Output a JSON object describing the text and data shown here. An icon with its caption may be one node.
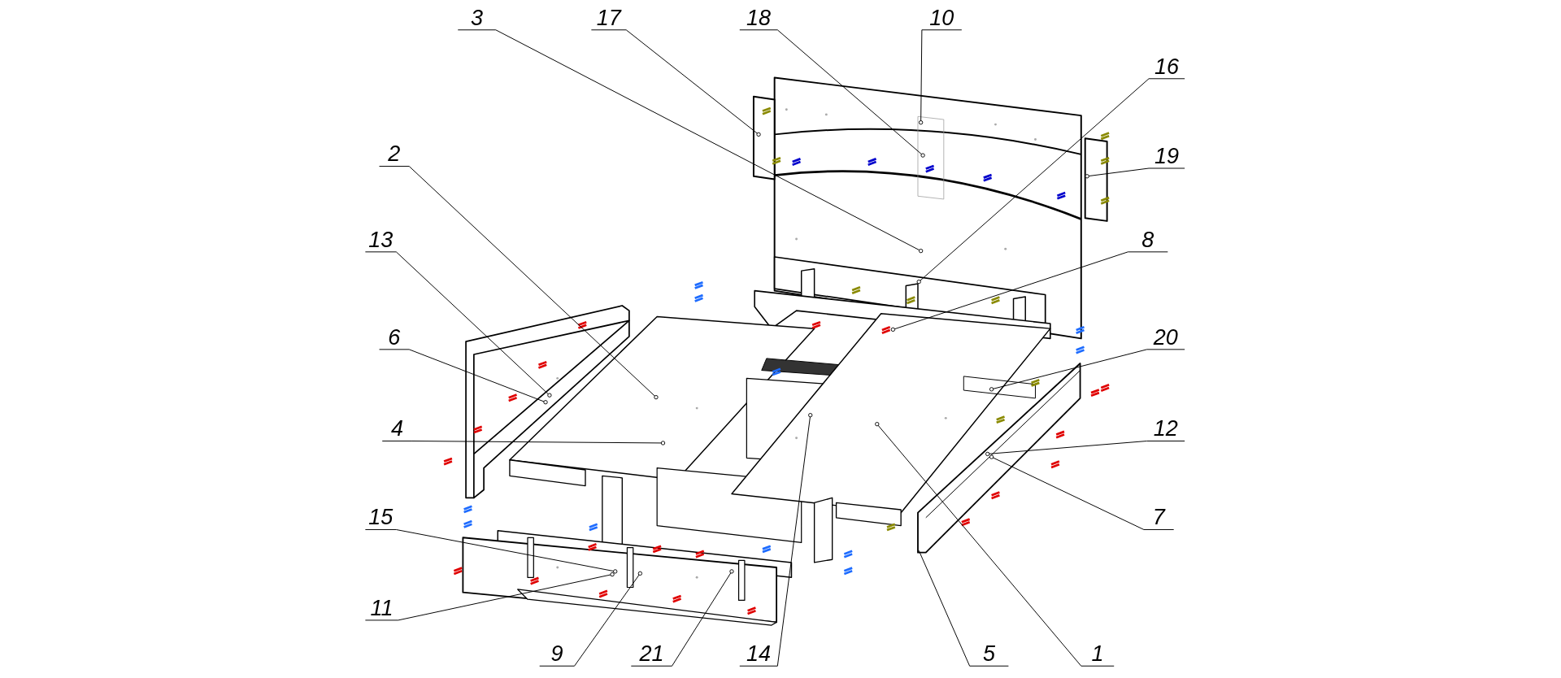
{
  "diagram": {
    "nodes": [
      {
        "text": [
          "3"
        ]
      },
      {
        "text": [
          "17"
        ]
      },
      {
        "text": [
          "18"
        ]
      },
      {
        "text": [
          "10"
        ]
      },
      {
        "text": [
          "16"
        ]
      },
      {
        "text": [
          "19"
        ]
      },
      {
        "text": [
          "2"
        ]
      },
      {
        "text": [
          "13"
        ]
      },
      {
        "text": [
          "8"
        ]
      },
      {
        "text": [
          "6"
        ]
      },
      {
        "text": [
          "20"
        ]
      },
      {
        "text": [
          "4"
        ]
      },
      {
        "text": [
          "12"
        ]
      },
      {
        "text": [
          "15"
        ]
      },
      {
        "text": [
          "7"
        ]
      },
      {
        "text": [
          "11"
        ]
      },
      {
        "text": [
          "9"
        ]
      },
      {
        "text": [
          "21"
        ]
      },
      {
        "text": [
          "14"
        ]
      },
      {
        "text": [
          "5"
        ]
      },
      {
        "text": [
          "1"
        ]
      }
    ],
    "edges": [
      {
        "from": 0,
        "to": null,
        "arrow": "other"
      },
      {
        "from": 1,
        "to": null,
        "arrow": "other"
      },
      {
        "from": 2,
        "to": null,
        "arrow": "other"
      },
      {
        "from": 3,
        "to": null,
        "arrow": "other"
      },
      {
        "from": 4,
        "to": null,
        "arrow": "other"
      },
      {
        "from": 5,
        "to": null,
        "arrow": "other"
      },
      {
        "from": 6,
        "to": null,
        "arrow": "other"
      },
      {
        "from": 7,
        "to": null,
        "arrow": "other"
      },
      {
        "from": 8,
        "to": null,
        "arrow": "other"
      },
      {
        "from": 9,
        "to": null,
        "arrow": "other"
      },
      {
        "from": 10,
        "to": null,
        "arrow": "other"
      },
      {
        "from": 11,
        "to": null,
        "arrow": "other"
      },
      {
        "from": 12,
        "to": null,
        "arrow": "other"
      },
      {
        "from": 13,
        "to": null,
        "arrow": "other"
      },
      {
        "from": 14,
        "to": null,
        "arrow": "other"
      },
      {
        "from": 15,
        "to": null,
        "arrow": "other"
      },
      {
        "from": 16,
        "to": null,
        "arrow": "other"
      },
      {
        "from": 17,
        "to": null,
        "arrow": "other"
      },
      {
        "from": 18,
        "to": null,
        "arrow": "other"
      },
      {
        "from": 19,
        "to": null,
        "arrow": "none"
      },
      {
        "from": 20,
        "to": null,
        "arrow": "other"
      }
    ]
  }
}
